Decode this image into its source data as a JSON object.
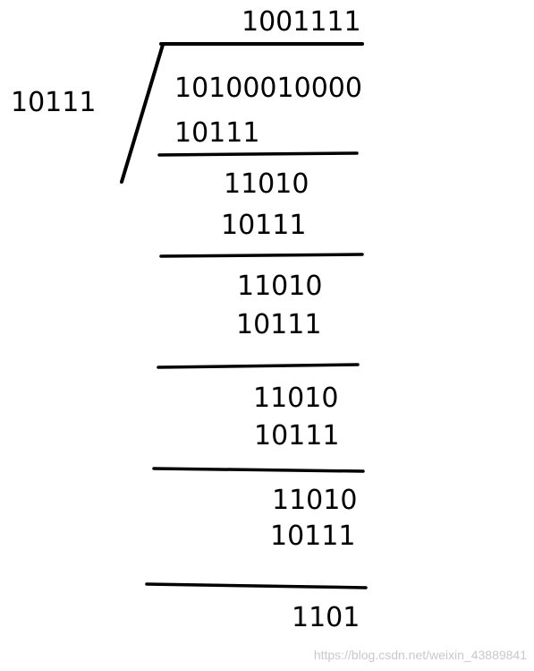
{
  "division": {
    "divisor": "10111",
    "quotient": "1001111",
    "dividend": "10100010000",
    "steps": [
      {
        "subtrahend": "10111",
        "remainder": "11010"
      },
      {
        "subtrahend": "10111",
        "remainder": "11010"
      },
      {
        "subtrahend": "10111",
        "remainder": "11010"
      },
      {
        "subtrahend": "10111",
        "remainder": "11010"
      },
      {
        "subtrahend": "10111",
        "remainder": "1101"
      }
    ]
  },
  "watermark": "https://blog.csdn.net/weixin_43889841"
}
